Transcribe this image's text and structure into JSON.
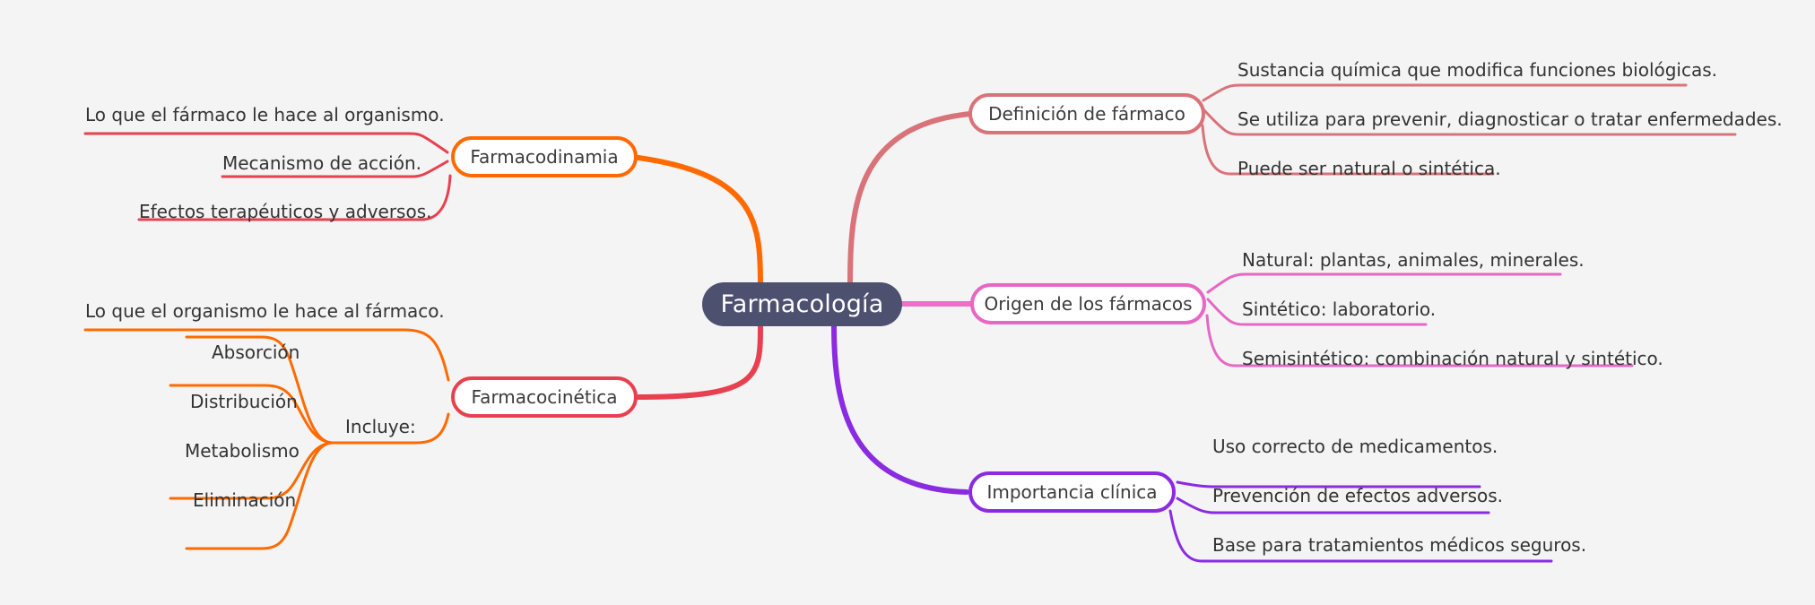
{
  "background": "#f4f4f4",
  "root": {
    "label": "Farmacología",
    "fill": "#4e5070",
    "text_color": "#ffffff"
  },
  "colors": {
    "orange": "#ff6a00",
    "crimson": "#e8404f",
    "salmon": "#d9737a",
    "pink": "#e668c4",
    "purple": "#8a2be2"
  },
  "branches": [
    {
      "id": "farmacodinamia",
      "label": "Farmacodinamia",
      "side": "left",
      "color": "#ff6a00",
      "leaf_color": "#e8404f",
      "leaves": [
        {
          "text": "Lo que el fármaco le hace al organismo."
        },
        {
          "text": "Mecanismo de acción."
        },
        {
          "text": "Efectos terapéuticos y adversos."
        }
      ]
    },
    {
      "id": "farmacocinetica",
      "label": "Farmacocinética",
      "side": "left",
      "color": "#e8404f",
      "leaf_color": "#ff6a00",
      "leaves": [
        {
          "text": "Lo que el organismo le hace al fármaco."
        },
        {
          "text": "Incluye:"
        }
      ],
      "sub_label": "Incluye:",
      "sub_leaves": [
        {
          "text": "Absorción"
        },
        {
          "text": "Distribución"
        },
        {
          "text": "Metabolismo"
        },
        {
          "text": "Eliminación"
        }
      ]
    },
    {
      "id": "definicion-de-farmaco",
      "label": "Definición de fármaco",
      "side": "right",
      "color": "#d9737a",
      "leaf_color": "#d9737a",
      "leaves": [
        {
          "text": "Sustancia química que modifica funciones biológicas."
        },
        {
          "text": "Se utiliza para prevenir, diagnosticar o tratar enfermedades."
        },
        {
          "text": "Puede ser natural o sintética."
        }
      ]
    },
    {
      "id": "origen-de-los-farmacos",
      "label": "Origen de los fármacos",
      "side": "right",
      "color": "#e668c4",
      "leaf_color": "#e668c4",
      "leaves": [
        {
          "text": "Natural: plantas, animales, minerales."
        },
        {
          "text": "Sintético: laboratorio."
        },
        {
          "text": "Semisintético: combinación natural y sintético."
        }
      ]
    },
    {
      "id": "importancia-clinica",
      "label": "Importancia clínica",
      "side": "right",
      "color": "#8a2be2",
      "leaf_color": "#8a2be2",
      "leaves": [
        {
          "text": "Uso correcto de medicamentos."
        },
        {
          "text": "Prevención de efectos adversos."
        },
        {
          "text": "Base para tratamientos médicos seguros."
        }
      ]
    }
  ]
}
